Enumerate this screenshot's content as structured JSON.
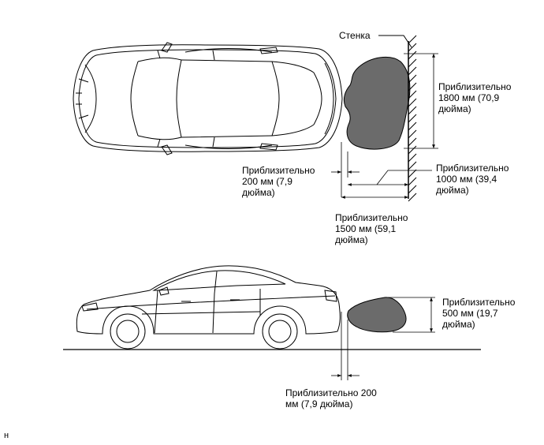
{
  "labels": {
    "wall": "Стенка",
    "top_width_1800": [
      "Приблизительно",
      "1800 мм (70,9",
      "дюйма)"
    ],
    "top_gap_200": [
      "Приблизительно",
      "200 мм (7,9",
      "дюйма)"
    ],
    "top_depth_1000": [
      "Приблизительно",
      "1000 мм (39,4",
      "дюйма)"
    ],
    "top_range_1500": [
      "Приблизительно",
      "1500 мм (59,1",
      "дюйма)"
    ],
    "side_height_500": [
      "Приблизительно",
      "500 мм (19,7",
      "дюйма)"
    ],
    "side_gap_200": [
      "Приблизительно 200",
      "мм (7,9 дюйма)"
    ],
    "corner_mark": "н"
  },
  "colors": {
    "detection_area": "#6b6b6b",
    "line": "#000000"
  }
}
